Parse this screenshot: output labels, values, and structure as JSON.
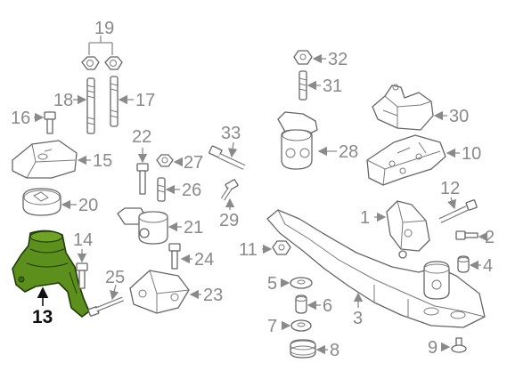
{
  "callouts": {
    "c1": "1",
    "c2": "2",
    "c3": "3",
    "c4": "4",
    "c5": "5",
    "c6": "6",
    "c7": "7",
    "c8": "8",
    "c9": "9",
    "c10": "10",
    "c11": "11",
    "c12": "12",
    "c13": "13",
    "c14": "14",
    "c15": "15",
    "c16": "16",
    "c17": "17",
    "c18": "18",
    "c19": "19",
    "c20": "20",
    "c21": "21",
    "c22": "22",
    "c23": "23",
    "c24": "24",
    "c25": "25",
    "c26": "26",
    "c27": "27",
    "c28": "28",
    "c29": "29",
    "c30": "30",
    "c31": "31",
    "c32": "32",
    "c33": "33"
  },
  "highlighted_part": "13",
  "colors": {
    "highlight_fill": "#5c8f1c",
    "highlight_stroke": "#1f3a05",
    "line_art": "#666666",
    "callout_text": "#8a8a8a"
  }
}
